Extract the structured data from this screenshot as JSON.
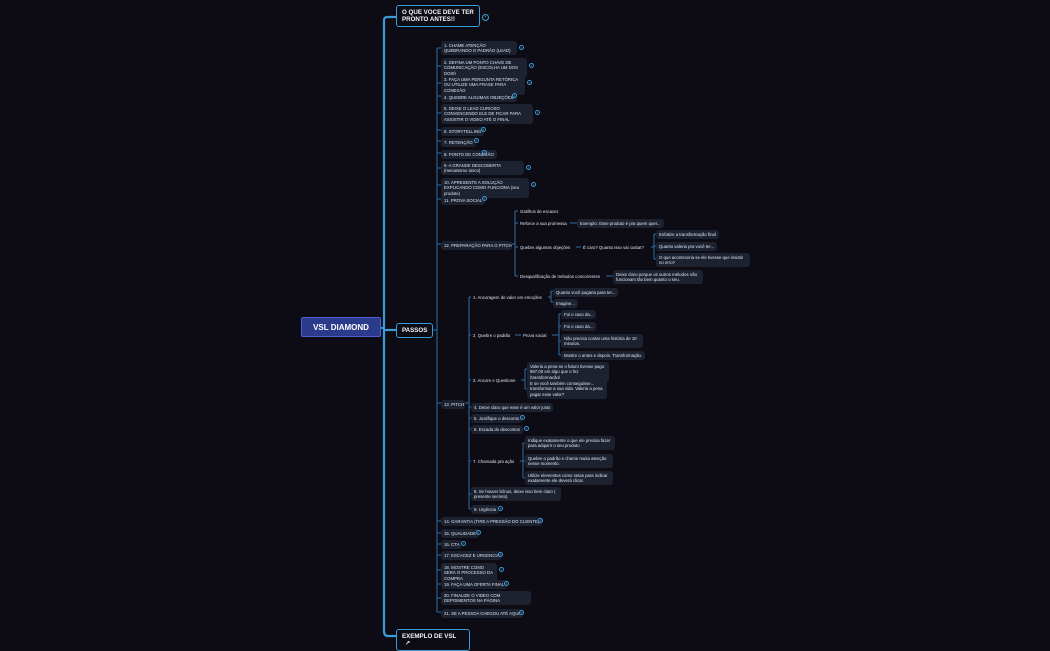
{
  "colors": {
    "background": "#0d0b14",
    "accent": "#3a9bd8",
    "root": "#2c3a8c",
    "node": "#1d2231"
  },
  "root": "VSL DIAMOND",
  "branches": {
    "prep": "O QUE VOCE DEVE TER PRONTO ANTES!!",
    "passos": "PASSOS",
    "exemplo": "EXEMPLO DE VSL",
    "exemplo_icon": "external-link-icon"
  },
  "steps": {
    "s1": "1. CHAME ATENÇÃO QUEBRANDO O PADRÃO (LEAD)",
    "s2": "2. DEFINA UM PONTO CHAVE DE COMUNICAÇÃO (ESCOLHA UM DOS DOIS)",
    "s3": "3. FAÇA UMA PERGUNTA RETÓRICA OU UTILIZE UMA FRASE PARA CONEXÃO",
    "s4": "4. QUEBRE ALGUMAS OBJEÇÕES",
    "s5": "5. DEIXE O LEAD CURIOSO CONVENCENDO ELE DE FICAR PARA ASSISTIR O VIDEO ATÉ O FINAL",
    "s6": "6. STORYTELLING",
    "s7": "7. RETENÇÃO",
    "s8": "8. PONTO DE CONEXÃO",
    "s9": "9. A GRANDE DESCOBERTA (mecanismo único)",
    "s10": "10. APRESENTE A SOLUÇÃO EXPLICANDO COMO FUNCIONA (seu produto)",
    "s11": "11. PROVA SOCIAL",
    "s12": "12. PREPARAÇÃO PARA O PITCH",
    "s13": "13. PITCH",
    "s14": "14. GARANTIA (TIRE A PRESSÃO DO CLIENTE)",
    "s15": "15. QUALIDADE",
    "s16": "16. CTA",
    "s17": "17. ESCACEZ E URGENCIA",
    "s18": "18. MOSTRE COMO SERÁ O PROCESSO DA COMPRA",
    "s19": "19. FAÇA UMA OFERTA FINAL",
    "s20": "20. FINALIZE O VIDEO COM DEPOIMENTOS NA PÁGINA",
    "s21": "21. SE A PESSOA CHEGOU ATÉ AQUI"
  },
  "prep_pitch": {
    "gatilho": "Gatilhos de escacez",
    "reforce": "Reforce a sua promessa",
    "reforce_ex": "Exemplo: Esse produto é pra quem quer...",
    "quebre": "Quebre algumas objeções",
    "caro": "É caro? Quanto isso vai custar?",
    "enfatize": "Enfatize a transformação final",
    "quanto_vale": "Quanto valeria pra você ter...",
    "o_que": "O que aconteceria se ele tivesse que insistir no erro?",
    "desqual": "Desqualificação de métodos concorrentes",
    "deixe_claro": "Deixe claro porque os outros métodos não funcionam tão bem quanto o seu."
  },
  "pitch": {
    "p1": "1. Ancoragem de valor em emoções",
    "p1a": "Quanto você pagaria para ter...",
    "p1b": "Imagine...",
    "p2": "2. Quebre o padrão",
    "prova": "Prova social",
    "prova1": "Foi o caso da...",
    "prova2": "Foi o caso da...",
    "prova3": "Não precisa contar uma história de 10 minutos.",
    "prova4": "Mostre o antes e depois. Transformação.",
    "p3": "3. Ancore e Questione",
    "p3a": "Valeria a pena se o futuro tivesse pago 997,00 em algo que o fez (transformação)",
    "p3b": "E se você também conseguisse... transformar a sua vida. Valeria a pena pagar esse valor?",
    "p4": "4. Deixe claro que esse é um valor justo",
    "p5": "5. Justifique o desconto",
    "p6": "6. Escada de descontos",
    "p7": "7. Chamada pra ação",
    "p7a": "Indique exatamente o que ele precisa fazer para adquirir o seu produto",
    "p7b": "Quebre o padrão e chame muita atenção nesse momento.",
    "p7c": "Utilize elementos como setas para indicar exatamente ele deverá clicar.",
    "p8": "8. Se houver bônus, deixe isso bem claro ( presente secreto)",
    "p9": "9. Urgência"
  }
}
